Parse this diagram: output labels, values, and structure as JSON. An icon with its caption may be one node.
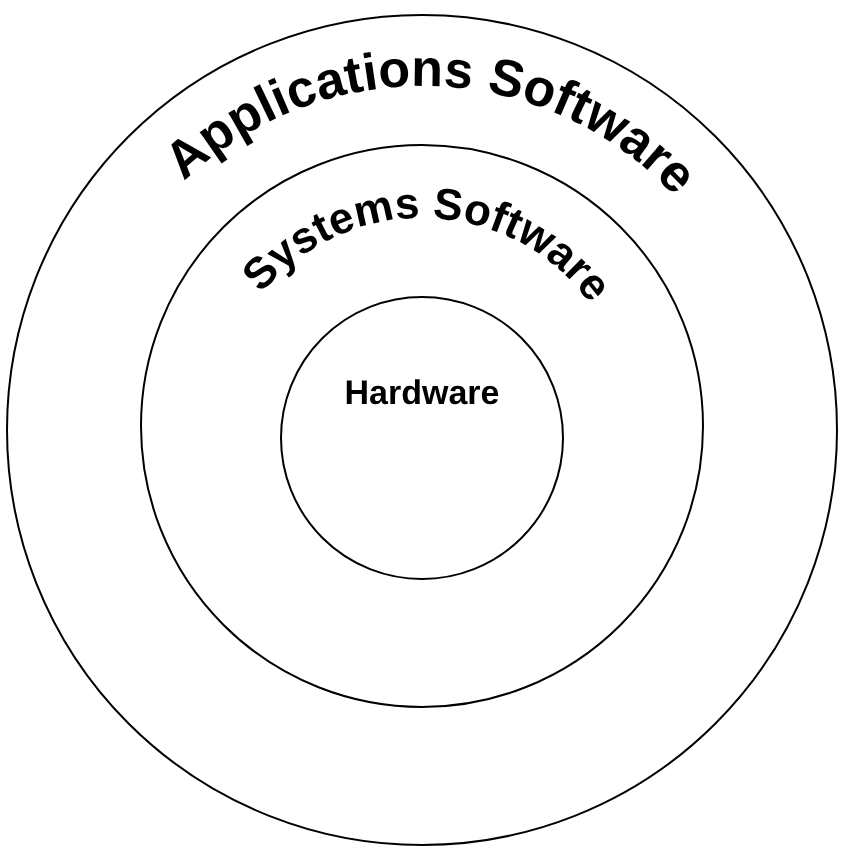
{
  "diagram": {
    "nodes": [
      {
        "text": [
          "Applications Software"
        ]
      },
      {
        "text": [
          "Systems Software"
        ],
        "in": 0
      },
      {
        "text": [
          "Hardware"
        ],
        "in": 1
      }
    ]
  }
}
